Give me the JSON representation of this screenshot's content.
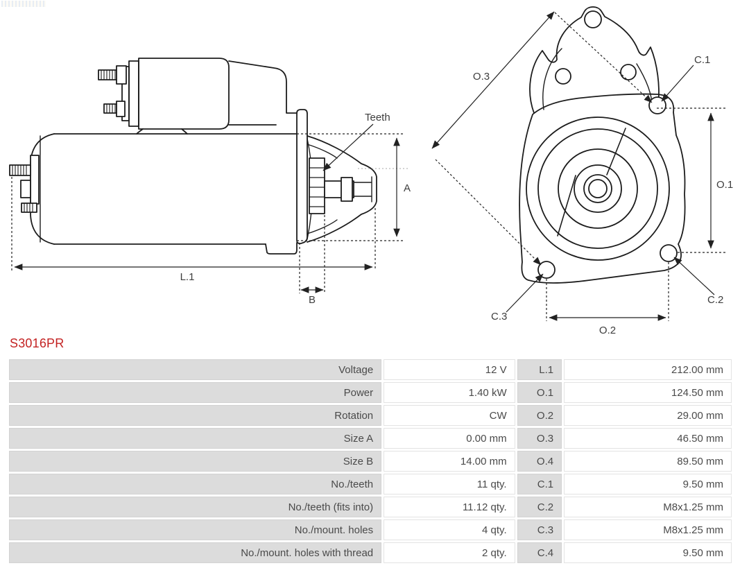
{
  "corner_artifact": {
    "name": "logo-fragment"
  },
  "part_number": {
    "text": "S3016PR",
    "color": "#c32222"
  },
  "side_view": {
    "labels": {
      "teeth": "Teeth",
      "a": "A",
      "l1": "L.1",
      "b": "B"
    }
  },
  "front_view": {
    "labels": {
      "o3": "O.3",
      "c1": "C.1",
      "o1": "O.1",
      "c2": "C.2",
      "c3": "C.3",
      "o2": "O.2"
    }
  },
  "spec_table": {
    "colors": {
      "row_bg": "#dcdcdc",
      "value_bg": "#ffffff",
      "border": "#e3e3e3",
      "text": "#4a4a4a"
    },
    "rows": [
      {
        "label": "Voltage",
        "value": "12 V",
        "code": "L.1",
        "code_value": "212.00 mm"
      },
      {
        "label": "Power",
        "value": "1.40 kW",
        "code": "O.1",
        "code_value": "124.50 mm"
      },
      {
        "label": "Rotation",
        "value": "CW",
        "code": "O.2",
        "code_value": "29.00 mm"
      },
      {
        "label": "Size A",
        "value": "0.00 mm",
        "code": "O.3",
        "code_value": "46.50 mm"
      },
      {
        "label": "Size B",
        "value": "14.00 mm",
        "code": "O.4",
        "code_value": "89.50 mm"
      },
      {
        "label": "No./teeth",
        "value": "11 qty.",
        "code": "C.1",
        "code_value": "9.50 mm"
      },
      {
        "label": "No./teeth (fits into)",
        "value": "11.12 qty.",
        "code": "C.2",
        "code_value": "M8x1.25 mm"
      },
      {
        "label": "No./mount. holes",
        "value": "4 qty.",
        "code": "C.3",
        "code_value": "M8x1.25 mm"
      },
      {
        "label": "No./mount. holes with thread",
        "value": "2 qty.",
        "code": "C.4",
        "code_value": "9.50 mm"
      }
    ]
  }
}
